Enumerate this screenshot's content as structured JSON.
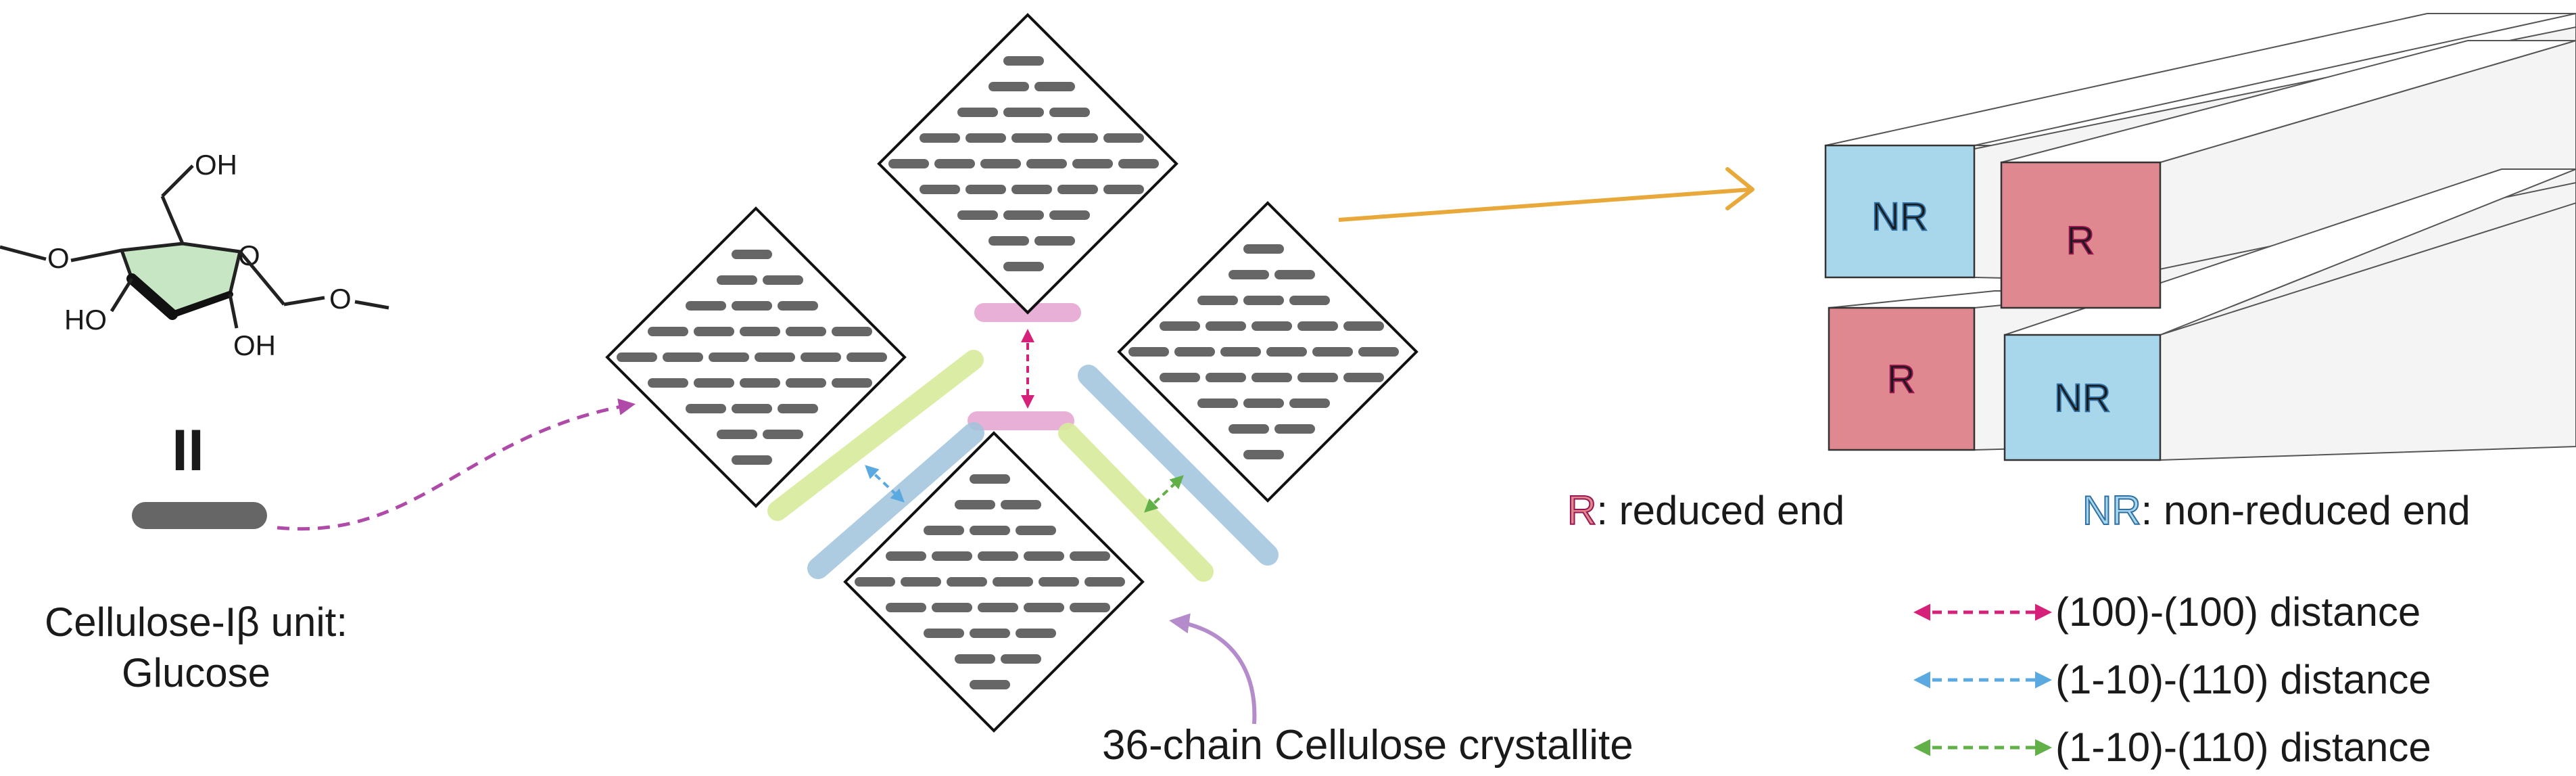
{
  "glucose": {
    "oh_top": "OH",
    "oh_left": "HO",
    "oh_bottom": "OH",
    "ring_o": "O",
    "symbol_label": "II",
    "caption_line1": "Cellulose-Iβ unit:",
    "caption_line2": "Glucose"
  },
  "crystallite": {
    "caption": "36-chain Cellulose crystallite"
  },
  "bundle": {
    "labels": [
      "NR",
      "R",
      "R",
      "NR"
    ]
  },
  "ends_legend": {
    "r_key": "R",
    "r_text": ": reduced end",
    "nr_key": "NR",
    "nr_text": ": non-reduced end"
  },
  "distance_legend": [
    {
      "label": "(100)-(100) distance",
      "color": "#d6217a"
    },
    {
      "label": "(1-10)-(110) distance",
      "color": "#5aa9e0"
    },
    {
      "label": "(1-10)-(110) distance",
      "color": "#62b048"
    }
  ],
  "colors": {
    "r_face": "#e08890",
    "nr_face": "#a8d6ea",
    "r_text": "#b31c63",
    "nr_text": "#3a82bd",
    "arrow_orange": "#e8a93a",
    "arrow_purple": "#b04aa8",
    "arrow_lilac": "#b58ccb",
    "highlight_pink": "#e5a3cf",
    "highlight_blue": "#9fc4dd",
    "highlight_green": "#d8ec9c",
    "ring_fill": "#c7e6c4"
  }
}
